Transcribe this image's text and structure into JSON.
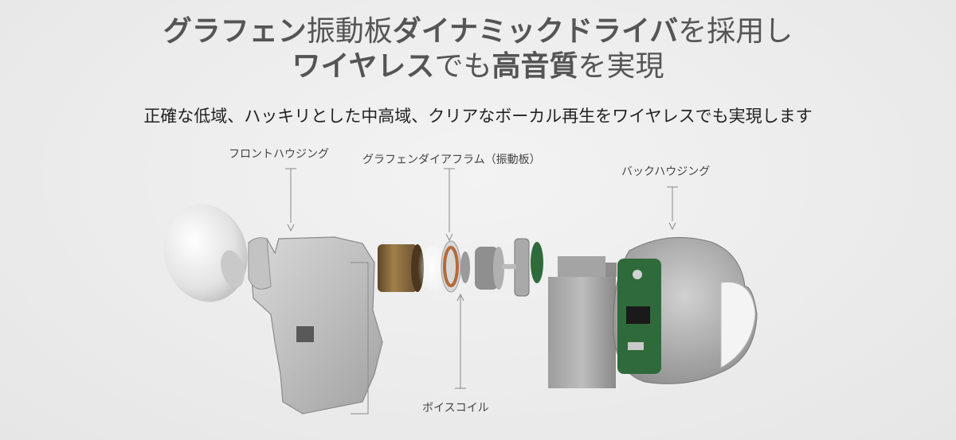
{
  "headline": {
    "line1": [
      {
        "text": "グラフェン",
        "bold": true
      },
      {
        "text": "振動板",
        "bold": false
      },
      {
        "text": "ダイナミックドライバ",
        "bold": true
      },
      {
        "text": "を採用し",
        "bold": false
      }
    ],
    "line2": [
      {
        "text": "ワイヤレス",
        "bold": true
      },
      {
        "text": "でも",
        "bold": false
      },
      {
        "text": "高音質",
        "bold": true
      },
      {
        "text": "を実現",
        "bold": false
      }
    ]
  },
  "subhead": "正確な低域、ハッキリとした中高域、クリアなボーカル再生をワイヤレスでも実現します",
  "labels": {
    "front_housing": "フロントハウジング",
    "diaphragm": "グラフェンダイアフラム（振動板）",
    "back_housing": "バックハウジング",
    "voice_coil": "ボイスコイル"
  },
  "colors": {
    "background": "#ececec",
    "pcb_green": "#2f6b3a",
    "copper": "#b46a3a",
    "brass": "#8a6a3a"
  }
}
